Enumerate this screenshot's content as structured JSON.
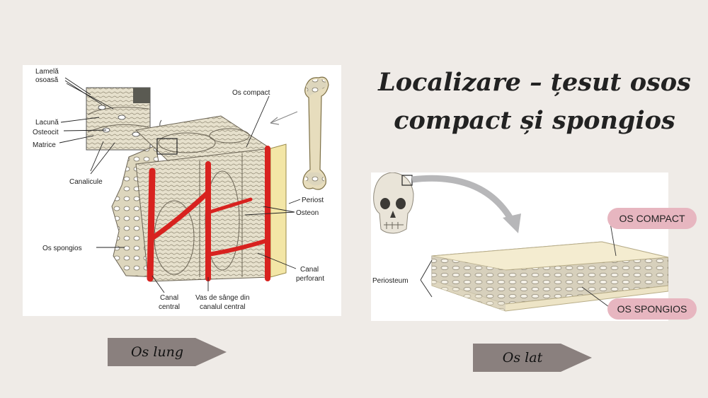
{
  "title": {
    "line1": "Localizare – țesut osos",
    "line2": "compact și spongios"
  },
  "left_diagram": {
    "labels": {
      "lamela_line1": "Lamelă",
      "lamela_line2": "osoasă",
      "lacuna": "Lacună",
      "osteocit": "Osteocit",
      "matrice": "Matrice",
      "canalicule": "Canalicule",
      "os_compact": "Os compact",
      "periost": "Periost",
      "osteon": "Osteon",
      "os_spongios": "Os spongios",
      "canal_perforant_line1": "Canal",
      "canal_perforant_line2": "perforant",
      "canal_central_line1": "Canal",
      "canal_central_line2": "central",
      "vas_line1": "Vas de sânge din",
      "vas_line2": "canalul central"
    }
  },
  "right_diagram": {
    "labels": {
      "periosteum": "Periosteum",
      "os_compact": "OS COMPACT",
      "os_spongios": "OS SPONGIOS"
    }
  },
  "tags": {
    "os_lung": "Os lung",
    "os_lat": "Os lat"
  },
  "colors": {
    "background": "#efebe7",
    "tag_fill": "#8a807e",
    "pill_fill": "#e7b6c0",
    "blood_vessel": "#d8221f",
    "bone_tissue": "#e8e2cf",
    "periosteum": "#f3e6a6"
  }
}
